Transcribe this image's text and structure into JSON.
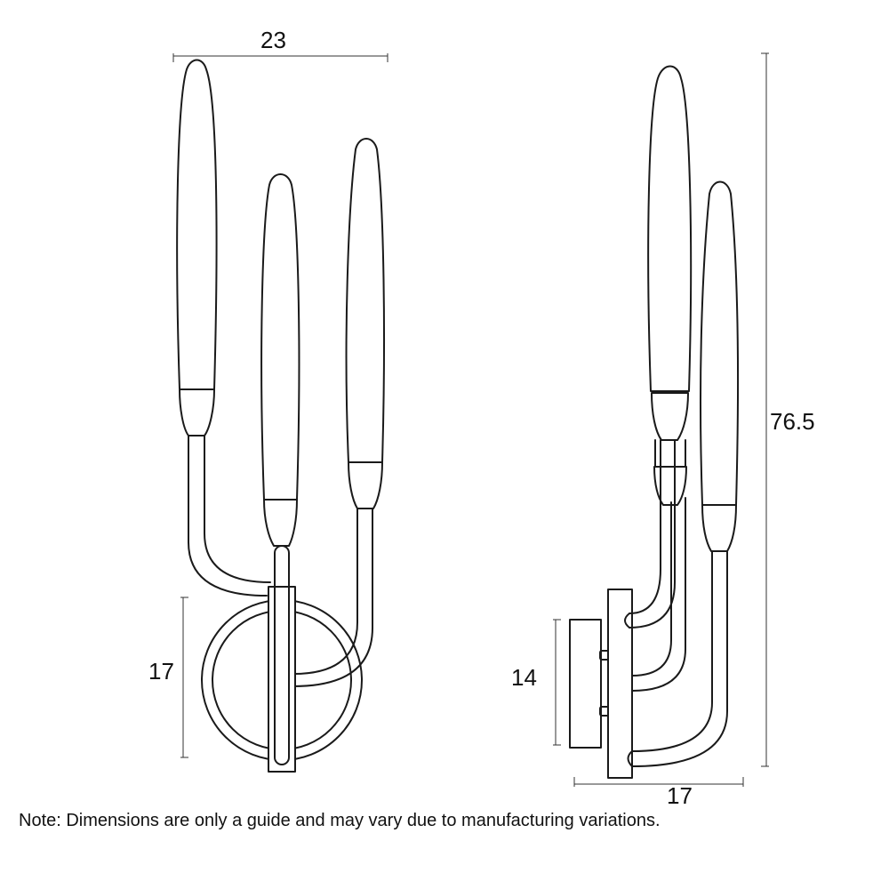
{
  "dimensions": {
    "front_width": "23",
    "front_backplate": "17",
    "side_height": "76.5",
    "side_backplate": "14",
    "side_depth": "17"
  },
  "note": "Note: Dimensions are only a guide and may vary due to manufacturing variations."
}
